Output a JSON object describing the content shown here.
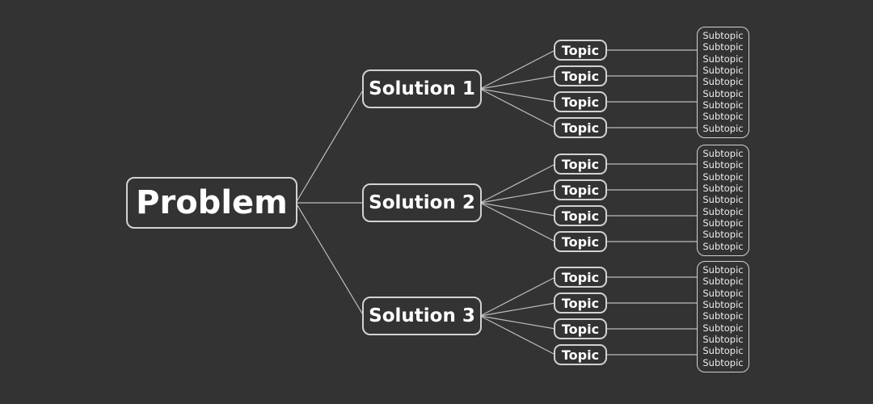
{
  "colors": {
    "background": "#333333",
    "node_border": "#d2d2d2",
    "connector": "#bdbdbd",
    "text": "#ffffff",
    "subtext": "#ececec"
  },
  "diagram": {
    "type": "mindmap-tree",
    "root": {
      "label": "Problem"
    },
    "solutions": [
      {
        "label": "Solution 1",
        "topics": [
          "Topic",
          "Topic",
          "Topic",
          "Topic"
        ],
        "subtopics": [
          "Subtopic",
          "Subtopic",
          "Subtopic",
          "Subtopic",
          "Subtopic",
          "Subtopic",
          "Subtopic",
          "Subtopic",
          "Subtopic"
        ]
      },
      {
        "label": "Solution 2",
        "topics": [
          "Topic",
          "Topic",
          "Topic",
          "Topic"
        ],
        "subtopics": [
          "Subtopic",
          "Subtopic",
          "Subtopic",
          "Subtopic",
          "Subtopic",
          "Subtopic",
          "Subtopic",
          "Subtopic",
          "Subtopic"
        ]
      },
      {
        "label": "Solution 3",
        "topics": [
          "Topic",
          "Topic",
          "Topic",
          "Topic"
        ],
        "subtopics": [
          "Subtopic",
          "Subtopic",
          "Subtopic",
          "Subtopic",
          "Subtopic",
          "Subtopic",
          "Subtopic",
          "Subtopic",
          "Subtopic"
        ]
      }
    ]
  }
}
